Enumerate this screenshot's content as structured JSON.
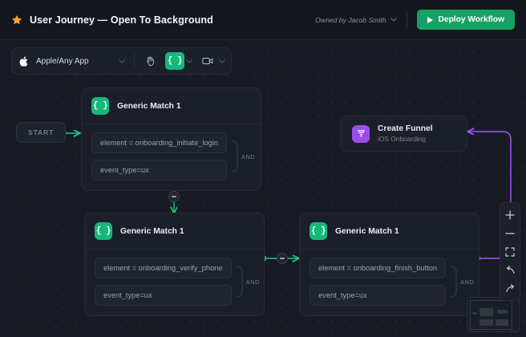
{
  "header": {
    "star_icon": "star-icon",
    "title": "User Journey — Open To Background",
    "owner_label": "Owned by Jacob Smith",
    "owner_chevron_icon": "chevron-down-icon",
    "deploy_label": "Deploy Workflow",
    "deploy_icon": "play-icon",
    "accent_green": "#17a265"
  },
  "toolbar": {
    "apple_icon": "apple-icon",
    "app_select_value": "Apple/Any App",
    "app_chevron_icon": "chevron-down-icon",
    "hand_tool_icon": "hand-icon",
    "code_tool_label": "{ }",
    "code_tool_icon": "code-braces-icon",
    "code_chevron_icon": "chevron-down-icon",
    "video_tool_icon": "video-camera-icon",
    "video_chevron_icon": "chevron-down-icon",
    "active_tool": "code-braces",
    "active_color": "#17b87b"
  },
  "canvas": {
    "start_label": "START",
    "and_label_1": "AND",
    "and_label_2": "AND",
    "and_label_3": "AND",
    "edge_color_green": "#1fc77f",
    "edge_color_purple": "#a855f7",
    "nodes": [
      {
        "id": "generic-match-1-a",
        "icon": "code-braces-icon",
        "icon_color": "#17b87b",
        "title": "Generic Match 1",
        "conditions": [
          "element = onboarding_initiate_login",
          "event_type=ux"
        ],
        "operator": "AND"
      },
      {
        "id": "generic-match-1-b",
        "icon": "code-braces-icon",
        "icon_color": "#17b87b",
        "title": "Generic Match 1",
        "conditions": [
          "element = onboarding_verify_phone",
          "event_type=ux"
        ],
        "operator": "AND"
      },
      {
        "id": "generic-match-1-c",
        "icon": "code-braces-icon",
        "icon_color": "#17b87b",
        "title": "Generic Match 1",
        "conditions": [
          "element = onboarding_finish_button",
          "event_type=ux"
        ],
        "operator": "AND"
      }
    ],
    "funnel_node": {
      "id": "create-funnel",
      "icon": "funnel-icon",
      "icon_color": "#9b4dea",
      "title": "Create Funnel",
      "subtitle": "iOS Onboarding"
    }
  },
  "zoom_bar": {
    "zoom_in_icon": "plus-icon",
    "zoom_out_icon": "minus-icon",
    "fit_view_icon": "fit-screen-icon",
    "undo_icon": "undo-arrow-icon",
    "redo_icon": "redo-arrow-icon"
  },
  "minimap": {
    "name": "minimap"
  }
}
